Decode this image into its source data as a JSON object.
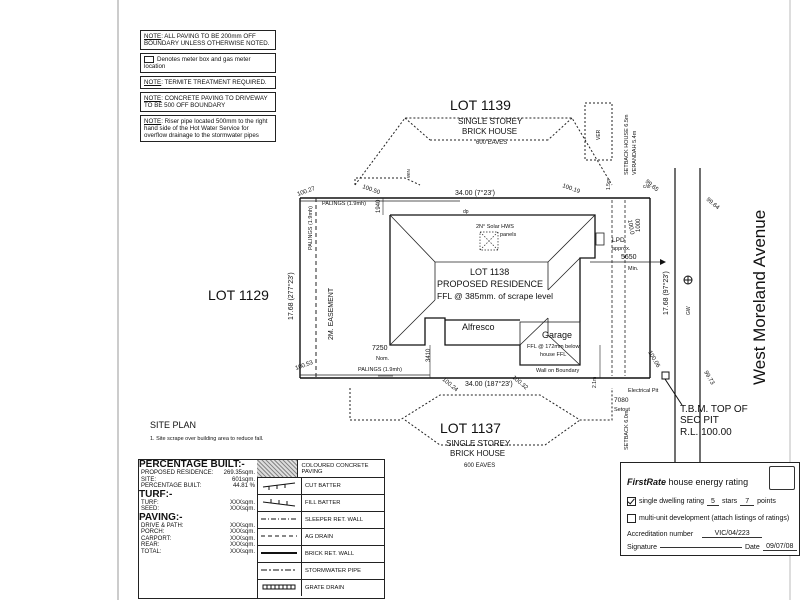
{
  "notes": [
    {
      "head": "NOTE",
      "text": ": ALL PAVING TO BE 200mm OFF BOUNDARY UNLESS OTHERWISE NOTED."
    },
    {
      "head": "",
      "text": "Denotes meter box and gas meter location"
    },
    {
      "head": "NOTE",
      "text": ": TERMITE TREATMENT REQUIRED."
    },
    {
      "head": "NOTE",
      "text": ": CONCRETE PAVING TO DRIVEWAY TO BE 500 OFF BOUNDARY"
    },
    {
      "head": "NOTE",
      "text": ": Riser pipe located 500mm to the right hand side of the Hot Water Service for overflow drainage to the stormwater pipes"
    }
  ],
  "lots": {
    "north_title": "LOT 1139",
    "north_sub1": "SINGLE STOREY",
    "north_sub2": "BRICK HOUSE",
    "north_sub3": "600 EAVES",
    "west_title": "LOT 1129",
    "south_title": "LOT 1137",
    "south_sub1": "SINGLE STOREY",
    "south_sub2": "BRICK HOUSE",
    "south_sub3": "600 EAVES"
  },
  "residence": {
    "lot": "LOT 1138",
    "title": "PROPOSED RESIDENCE",
    "ffl": "FFL @ 385mm. of scrape level",
    "alfresco": "Alfresco",
    "garage": "Garage",
    "garage_ffl1": "FFL @ 172mm below",
    "garage_ffl2": "house FFL",
    "solar1": "2N° Solar HWS",
    "solar2": "panels",
    "wall": "Wall on Boundary"
  },
  "street": "West Moreland Avenue",
  "dims": {
    "north_len": "34.00 (7°23')",
    "south_len": "34.00 (187°23')",
    "side_w": "17.68 (277°23')",
    "side_e": "17.68 (97°23')",
    "palings_n": "PALINGS (1.9mh)",
    "palings_s": "PALINGS (1.9mh)",
    "palings_w": "PALINGS (1.9mh)",
    "easement": "2M. EASEMENT",
    "setback_w": "7250",
    "nom": "Nom.",
    "d3410": "3410",
    "d1940": "1940",
    "d1000": "1000",
    "d7080": "7080",
    "setout": "Setout",
    "lpd": "LPD",
    "approx": "approx.",
    "min": "Min.",
    "d5650": "5650",
    "elec_pit": "Electrical Pit",
    "rl_tl": "100.27",
    "rl_bl": "100.53",
    "rl_n": "100.19",
    "rl_nw": "100.50",
    "rl_ne": "99.65",
    "rl_ne2": "99.64",
    "rl_se": "100.06",
    "rl_se2": "99.73",
    "rl_sw": "100.24",
    "rl_s2": "100.32",
    "rl_e": "100.0",
    "setback_n": "SETBACK HOUSE 6.5m",
    "verandah": "VERANDAH 5.4m",
    "setback_s": "SETBACK 6.0m",
    "ver": "VER",
    "tbm1": "T.B.M. TOP OF",
    "tbm2": "SEC PIT",
    "tbm3": "R.L. 100.00",
    "gw": "GW",
    "dp": "dp",
    "ctr": "c/a",
    "win": "WIN",
    "d15": "1.5m",
    "d2": "2.1m"
  },
  "site_plan": {
    "title": "SITE PLAN",
    "note": "1. Site scrape over building area to reduce fall."
  },
  "legend": {
    "pct_title": "PERCENTAGE BUILT:-",
    "rows": [
      {
        "label": "PROPOSED RESIDENCE:",
        "value": "269.35sqm."
      },
      {
        "label": "SITE:",
        "value": "601sqm."
      },
      {
        "label": "PERCENTAGE BUILT:",
        "value": "44.81 %"
      }
    ],
    "turf_title": "TURF:-",
    "turf_rows": [
      {
        "label": "TURF:",
        "value": "XXXsqm."
      },
      {
        "label": "SEED:",
        "value": "XXXsqm."
      }
    ],
    "paving_title": "PAVING:-",
    "paving_rows": [
      {
        "label": "DRIVE & PATH:",
        "value": "XXXsqm."
      },
      {
        "label": "PORCH:",
        "value": "XXXsqm."
      },
      {
        "label": "CARPORT:",
        "value": "XXXsqm."
      },
      {
        "label": "REAR:",
        "value": "XXXsqm."
      },
      {
        "label": "TOTAL:",
        "value": "XXXsqm."
      }
    ],
    "keys": [
      "COLOURED CONCRETE PAVING",
      "CUT BATTER",
      "FILL BATTER",
      "SLEEPER RET. WALL",
      "AG DRAIN",
      "BRICK RET. WALL",
      "STORMWATER PIPE",
      "GRATE DRAIN"
    ]
  },
  "firstrate": {
    "brand": "FirstRate",
    "title": " house energy rating",
    "single": "single dwelling rating",
    "stars_num": "5",
    "stars": "stars",
    "points_num": "7",
    "points": "points",
    "multi": "multi-unit development  (attach listings of ratings)",
    "accred_label": "Accreditation number",
    "accred": "VIC/04/223",
    "sig_label": "Signature",
    "date_label": "Date",
    "date": "09/07/08"
  }
}
